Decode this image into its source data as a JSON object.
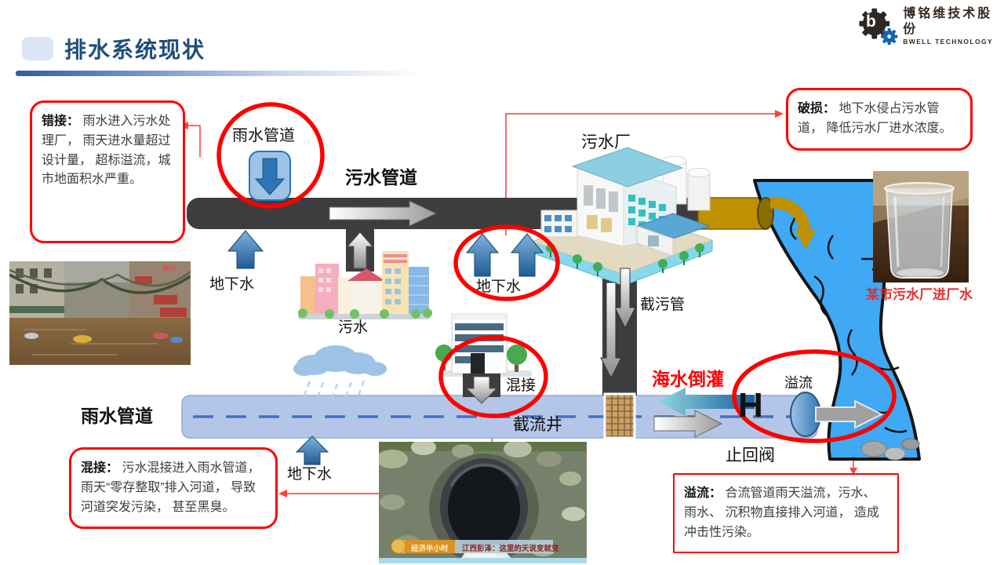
{
  "header": {
    "title": "排水系统现状",
    "logo_name": "博铭维技术股份",
    "logo_sub": "BWELL TECHNOLOGY",
    "logo_letter": "b"
  },
  "callouts": {
    "cuojie_term": "错接：",
    "cuojie_text": " 雨水进入污水处理厂， 雨天进水量超过设计量， 超标溢流，城市地面积水严重。",
    "posun_term": "破损：",
    "posun_text": " 地下水侵占污水管道， 降低污水厂进水浓度。",
    "hunjie_term": "混接：",
    "hunjie_text": " 污水混接进入雨水管道， 雨天“零存整取”排入河道， 导致河道突发污染， 甚至黑臭。",
    "yiliu_term": "溢流：",
    "yiliu_text": " 合流管道雨天溢流，污水、 雨水、 沉积物直接排入河道， 造成冲击性污染。"
  },
  "labels": {
    "rain_inlet": "雨水管道",
    "sewage_pipe": "污水管道",
    "plant": "污水厂",
    "groundwater1": "地下水",
    "sewage": "污水",
    "groundwater2": "地下水",
    "interceptor": "截污管",
    "mixed": "混接",
    "well": "截流井",
    "backflow": "海水倒灌",
    "overflow": "溢流",
    "valve_symbol": "H",
    "valve": "止回阀",
    "rain_pipe": "雨水管道",
    "groundwater3": "地下水",
    "beaker_caption": "某市污水厂进厂水"
  },
  "photos": {
    "flood_watermark": "新华",
    "tv_program": "经济半小时",
    "tv_headline": "江西彭泽：这里的天说变就变"
  },
  "colors": {
    "accent_red": "#ff0000",
    "title_blue": "#1f4e79",
    "pipe_dark": "#3d3d3d",
    "rain_pipe_blue": "#b4c6e7",
    "river_blue": "#3fa9f5",
    "gold": "#bf9000"
  }
}
